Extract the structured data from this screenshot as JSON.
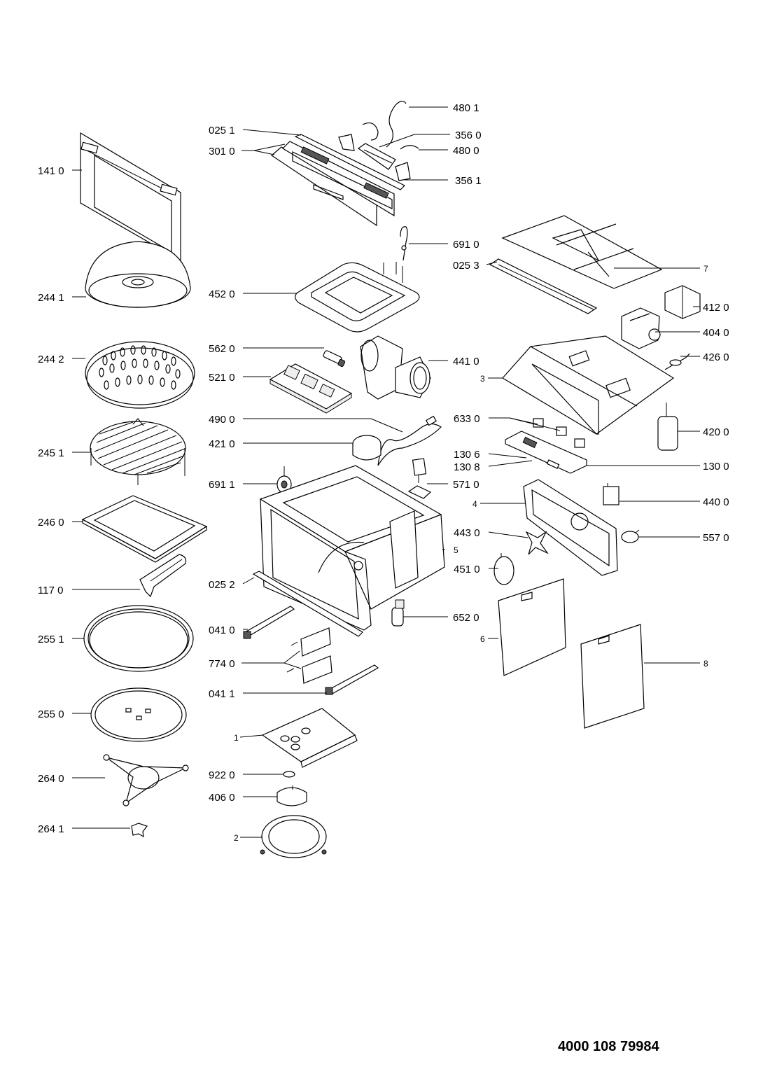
{
  "parts": {
    "p480_1": "480 1",
    "p025_1": "025 1",
    "p356_0": "356 0",
    "p301_0": "301 0",
    "p480_0": "480 0",
    "p141_0": "141 0",
    "p356_1": "356 1",
    "p691_0": "691 0",
    "p025_3": "025 3",
    "p7": "7",
    "p244_1": "244 1",
    "p452_0": "452 0",
    "p412_0": "412 0",
    "p404_0": "404 0",
    "p562_0": "562 0",
    "p244_2": "244 2",
    "p441_0": "441 0",
    "p426_0": "426 0",
    "p521_0": "521 0",
    "p3": "3",
    "p490_0": "490 0",
    "p633_0": "633 0",
    "p420_0": "420 0",
    "p421_0": "421 0",
    "p245_1": "245 1",
    "p130_6": "130 6",
    "p130_8": "130 8",
    "p130_0": "130 0",
    "p691_1": "691 1",
    "p571_0": "571 0",
    "p4": "4",
    "p440_0": "440 0",
    "p246_0": "246 0",
    "p443_0": "443 0",
    "p557_0": "557 0",
    "p5": "5",
    "p451_0": "451 0",
    "p117_0": "117 0",
    "p025_2": "025 2",
    "p652_0": "652 0",
    "p255_1": "255 1",
    "p041_0": "041 0",
    "p6": "6",
    "p774_0": "774 0",
    "p8": "8",
    "p041_1": "041 1",
    "p255_0": "255 0",
    "p1": "1",
    "p922_0": "922 0",
    "p264_0": "264 0",
    "p406_0": "406 0",
    "p264_1": "264 1",
    "p2": "2"
  },
  "document_number": "4000 108 79984"
}
